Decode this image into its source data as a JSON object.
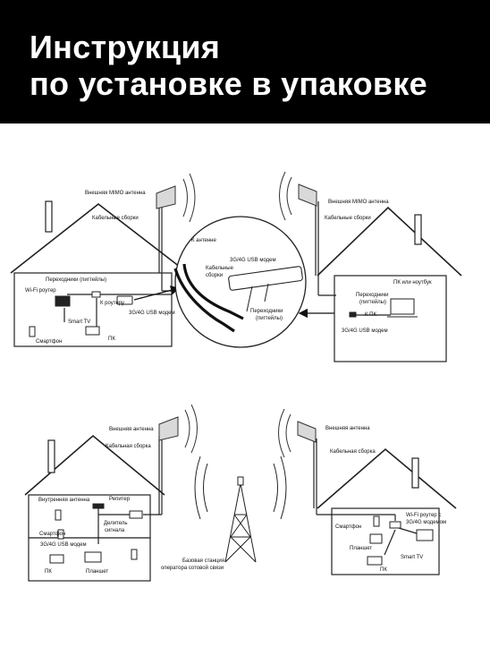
{
  "header": {
    "title_line1": "Инструкция",
    "title_line2": "по установке в упаковке"
  },
  "colors": {
    "banner_bg": "#000000",
    "banner_text": "#ffffff",
    "page_bg": "#ffffff",
    "antenna_panel": "#d9d9d9"
  },
  "scheme1": {
    "left": {
      "antenna": "Внешняя MIMO антенна",
      "cables": "Кабельные сборки",
      "adapters": "Переходники (пигтейлы)",
      "wifi_router": "Wi-Fi роутер",
      "to_router": "К роутеру",
      "smart_tv": "Smart TV",
      "modem": "3G/4G USB модем",
      "pc": "ПК",
      "smartphone": "Смартфон"
    },
    "zoom": {
      "to_antenna": "К антенне",
      "cables_line1": "Кабельные",
      "cables_line2": "сборки",
      "modem": "3G/4G USB модем",
      "adapters_line1": "Переходники",
      "adapters_line2": "(пигтейлы)"
    },
    "right": {
      "antenna": "Внешняя MIMO антенна",
      "cables": "Кабельные сборки",
      "pc_laptop": "ПК или ноутбук",
      "adapters_line1": "Переходники",
      "adapters_line2": "(пигтейлы)",
      "to_pc": "К ПК",
      "modem": "3G/4G USB модем"
    }
  },
  "scheme2": {
    "left": {
      "antenna": "Внешняя антенна",
      "cable": "Кабельная сборка",
      "inner_antenna": "Внутренняя антенна",
      "repeater": "Репитер",
      "splitter_line1": "Делитель",
      "splitter_line2": "сигнала",
      "smartphone": "Смартфон",
      "modem": "3G/4G USB модем",
      "pc": "ПК",
      "tablet": "Планшет"
    },
    "tower": {
      "line1": "Базовая станция",
      "line2": "оператора сотовой связи"
    },
    "right": {
      "antenna": "Внешняя антенна",
      "cable": "Кабельная сборка",
      "smartphone": "Смартфон",
      "router_line1": "Wi-Fi роутер с",
      "router_line2": "3G/4G модемом",
      "tablet": "Планшет",
      "smart_tv": "Smart TV",
      "pc": "ПК"
    }
  }
}
